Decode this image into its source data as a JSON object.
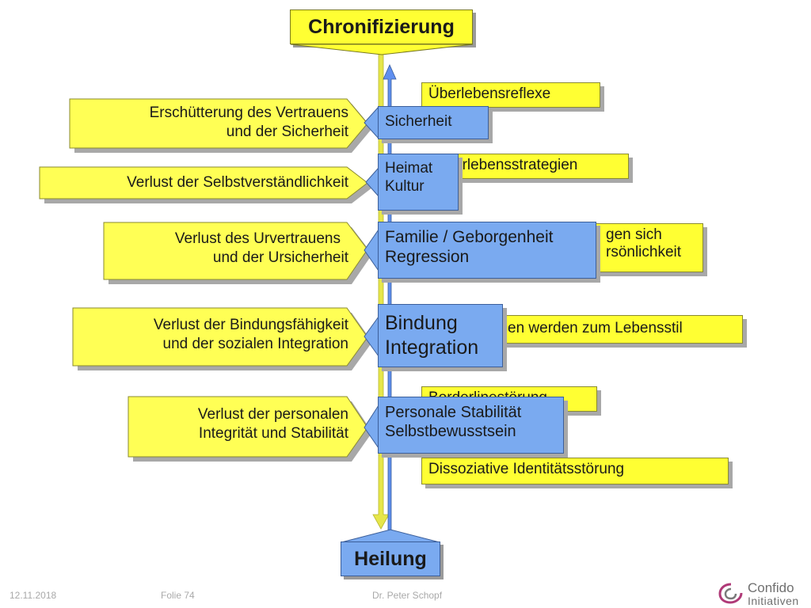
{
  "top_title": "Chronifizierung",
  "bottom_title": "Heilung",
  "left_items": [
    {
      "line1": "Erschütterung des Vertrauens",
      "line2": "und der Sicherheit"
    },
    {
      "line1": "Verlust der Selbstverständlichkeit",
      "line2": ""
    },
    {
      "line1": "Verlust des Urvertrauens",
      "line2": "und der Ursicherheit"
    },
    {
      "line1": "Verlust der Bindungsfähigkeit",
      "line2": "und der sozialen Integration"
    },
    {
      "line1": "Verlust der personalen",
      "line2": "Integrität und Stabilität"
    }
  ],
  "blue_items": [
    {
      "line1": "Sicherheit",
      "line2": ""
    },
    {
      "line1": "Heimat",
      "line2": "Kultur"
    },
    {
      "line1": "Familie / Geborgenheit",
      "line2": "Regression"
    },
    {
      "line1": "Bindung",
      "line2": "Integration"
    },
    {
      "line1": "Personale Stabilität",
      "line2": "Selbstbewusstsein"
    }
  ],
  "right_items": [
    {
      "line1": "Überlebensreflexe",
      "line2": ""
    },
    {
      "line1": "erlebensstrategien",
      "line2": ""
    },
    {
      "line1": "gen sich",
      "line2": "rsönlichkeit"
    },
    {
      "line1": "en werden zum Lebensstil",
      "line2": ""
    },
    {
      "line1": "Borderlinestörung",
      "line2": ""
    },
    {
      "line1": "Dissoziative Identitätsstörung",
      "line2": ""
    }
  ],
  "footer": {
    "date": "12.11.2018",
    "slide": "Folie 74",
    "author": "Dr. Peter Schopf",
    "logo_line1": "Confido",
    "logo_line2": "Initiativen"
  },
  "colors": {
    "yellow": "#ffff33",
    "blue": "#7aaaf0",
    "arrow_yellow": "#e6e64a",
    "arrow_blue": "#5f8ff0"
  }
}
